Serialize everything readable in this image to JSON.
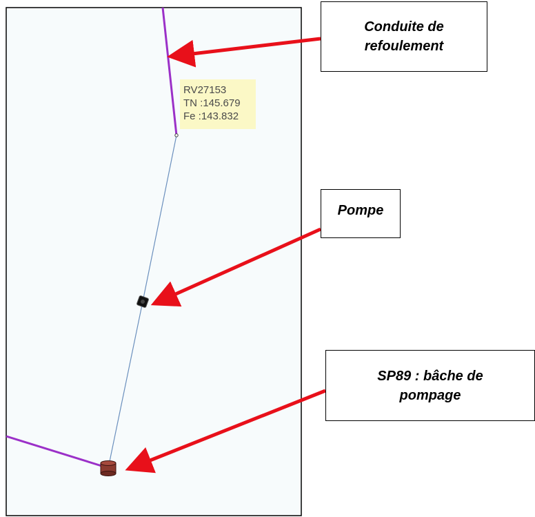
{
  "callouts": {
    "conduite": {
      "line1": "Conduite de",
      "line2": "refoulement"
    },
    "pompe": {
      "label": "Pompe"
    },
    "bache": {
      "line1": "SP89 : bâche de",
      "line2": "pompage"
    }
  },
  "node_tooltip": {
    "id": "RV27153",
    "tn": "TN :145.679",
    "fe": "Fe :143.832"
  },
  "colors": {
    "map_background": "#f7fbfc",
    "refoulement_pipe": "#9b30c8",
    "gravity_pipe": "#6a8fbd",
    "arrow": "#e8101a",
    "bache_fill": "#8b3a2f",
    "tooltip_bg": "#fbf8c6"
  }
}
